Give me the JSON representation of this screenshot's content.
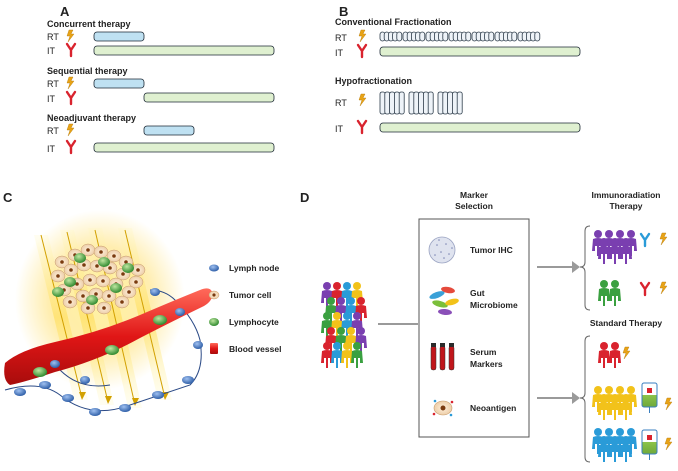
{
  "panel_a": {
    "letter": "A",
    "concurrent": {
      "title": "Concurrent therapy",
      "rt": "RT",
      "it": "IT"
    },
    "sequential": {
      "title": "Sequential therapy",
      "rt": "RT",
      "it": "IT"
    },
    "neoadjuvant": {
      "title": "Neoadjuvant therapy",
      "rt": "RT",
      "it": "IT"
    }
  },
  "panel_b": {
    "letter": "B",
    "conventional": {
      "title": "Conventional Fractionation",
      "rt": "RT",
      "it": "IT"
    },
    "hypo": {
      "title": "Hypofractionation",
      "rt": "RT",
      "it": "IT"
    }
  },
  "panel_c": {
    "letter": "C",
    "legend": [
      "Lymph node",
      "Tumor cell",
      "Lymphocyte",
      "Blood vessel"
    ]
  },
  "panel_d": {
    "letter": "D",
    "marker_title_1": "Marker",
    "marker_title_2": "Selection",
    "markers": [
      "Tumor IHC",
      "Gut",
      "Microbiome",
      "Serum",
      "Markers",
      "Neoantigen"
    ],
    "immuno_title_1": "Immunoradiation",
    "immuno_title_2": "Therapy",
    "standard_title": "Standard Therapy"
  },
  "colors": {
    "rt_bar": "#bfe1f2",
    "it_bar": "#dff0d0",
    "bolt": "#e8a316",
    "antibody_red": "#d9232e",
    "antibody_blue": "#2a9bd8",
    "vessel": "#e02020",
    "lymph": "#3d6fbf",
    "lymphocyte": "#3aa040"
  }
}
